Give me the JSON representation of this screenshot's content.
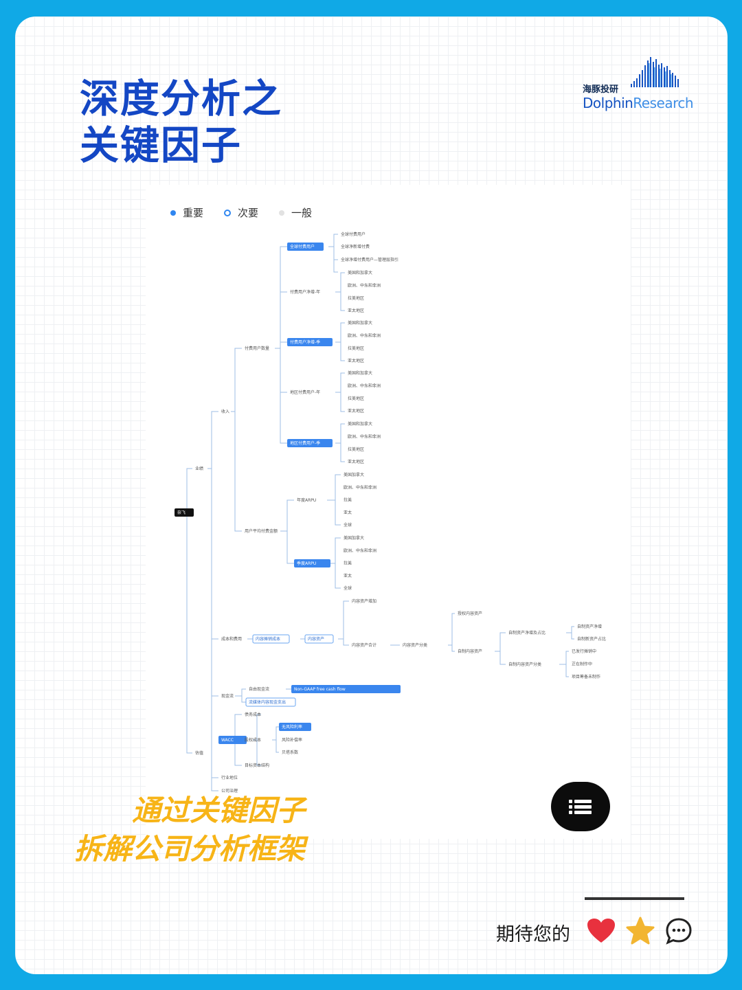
{
  "header": {
    "title_line1": "深度分析之",
    "title_line2": "关键因子"
  },
  "brand": {
    "name_cn": "海豚投研",
    "name_en_a": "Dolphin",
    "name_en_b": "Research"
  },
  "legend": {
    "primary": "重要",
    "secondary": "次要",
    "general": "一般"
  },
  "colors": {
    "background": "#10a9e6",
    "title": "#1447c4",
    "accent": "#2f86f0",
    "subtitle": "#f7b417"
  },
  "mindmap": {
    "root": "奈飞",
    "level1": {
      "a": "业绩",
      "b": "估值"
    },
    "level2": {
      "revenue": "收入",
      "cost": "成本和费用",
      "cashflow": "现金流",
      "wacc": "WACC",
      "industry": "行业地位",
      "governance": "公司治理"
    },
    "paid": {
      "title": "付费用户数量",
      "global": "全球付费用户",
      "global_items": [
        "全球付费用户",
        "全球净新增付费",
        "全球净增付费用户—管理层指引"
      ],
      "g1": "付费用户净增-年",
      "g2": "付费用户净增-季",
      "g3": "地区付费用户-年",
      "g4": "地区付费用户-季",
      "regions": [
        "美国和加拿大",
        "欧洲、中东和非洲",
        "拉美地区",
        "亚太地区"
      ]
    },
    "arpu": {
      "title": "用户平均付费金额",
      "year": "年度ARPU",
      "quarter": "季度ARPU",
      "items": [
        "美国加拿大",
        "欧洲、中东和非洲",
        "拉美",
        "亚太",
        "全球"
      ]
    },
    "content": {
      "amort": "内容摊销成本",
      "asset": "内容资产",
      "added": "内容资产增加",
      "total": "内容资产合计",
      "category": "内容资产分类",
      "licensed": "授权内容资产",
      "self": "自制内容资产",
      "self_growth": "自制资产净增及占比",
      "self_growth_items": [
        "自制资产净增",
        "自制新资产占比"
      ],
      "self_category": "自制内容资产分类",
      "self_category_items": [
        "已发行摊销中",
        "正在制作中",
        "项目筹备未制作"
      ]
    },
    "cash": {
      "fcf": "自由现金流",
      "nongaap": "Non-GAAP free cash flow",
      "content_cash": "流媒体内容现金支出"
    },
    "wacc_items": {
      "debt": "债务成本",
      "equity": "股权成本",
      "riskfree": "无风险利率",
      "premium": "风险补偿率",
      "beta": "贝塔系数",
      "structure": "目标资本结构"
    }
  },
  "slogan": {
    "line1": "通过关键因子",
    "line2": "拆解公司分析框架"
  },
  "footer": {
    "text": "期待您的"
  }
}
